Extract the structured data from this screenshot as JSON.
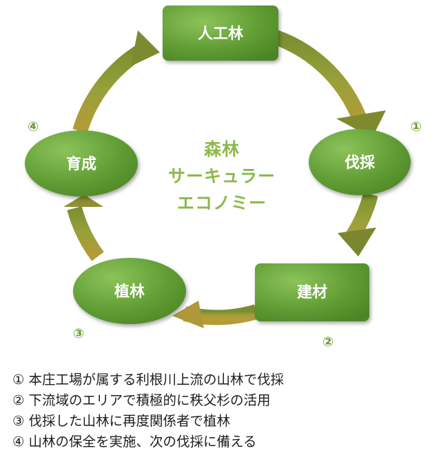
{
  "colors": {
    "node_fill": "#5a9a2f",
    "node_light": "#8cc35a",
    "arrow_dark": "#6e7d2c",
    "arrow_gold": "#c8a63a",
    "center_text": "#8bb94c",
    "number": "#6a9a2e"
  },
  "diagram": {
    "center_title": [
      "森林",
      "サーキュラー",
      "エコノミー"
    ],
    "nodes": {
      "plantation": "人工林",
      "felling": "伐採",
      "building_material": "建材",
      "planting": "植林",
      "nurturing": "育成"
    },
    "step_numbers": {
      "felling": "①",
      "building_material": "②",
      "planting": "③",
      "nurturing": "④"
    }
  },
  "notes": [
    {
      "num": "①",
      "text": "本庄工場が属する利根川上流の山林で伐採"
    },
    {
      "num": "②",
      "text": "下流域のエリアで積極的に秩父杉の活用"
    },
    {
      "num": "③",
      "text": "伐採した山林に再度関係者で植林"
    },
    {
      "num": "④",
      "text": "山林の保全を実施、次の伐採に備える"
    }
  ]
}
